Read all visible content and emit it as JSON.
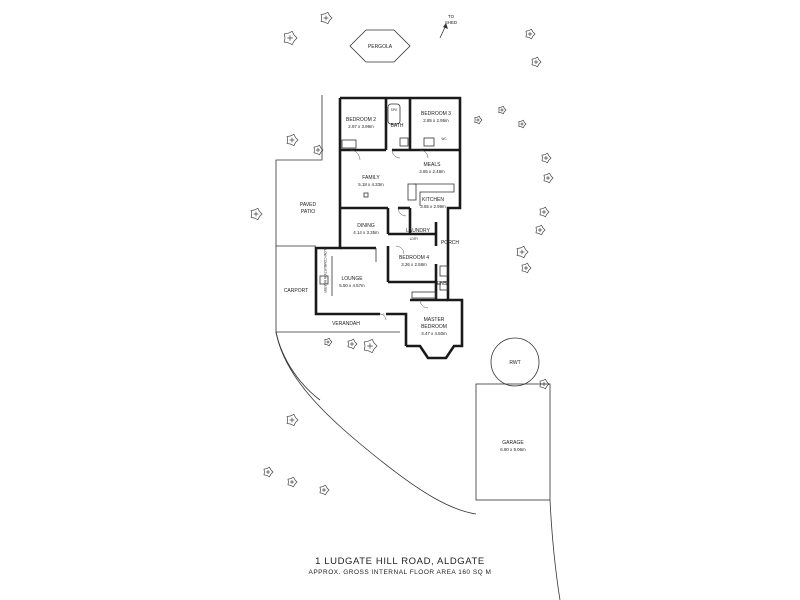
{
  "pergola": {
    "label": "PERGOLA"
  },
  "to_shed": {
    "line1": "TO",
    "line2": "SHED"
  },
  "rooms": {
    "bedroom2": {
      "name": "BEDROOM 2",
      "dims": "2.97 x 3.99m"
    },
    "bath": {
      "name": "BATH"
    },
    "bedroom3": {
      "name": "BEDROOM 3",
      "dims": "2.85 x 2.95m"
    },
    "meals": {
      "name": "MEALS",
      "dims": "3.65 x 2.48m"
    },
    "family": {
      "name": "FAMILY",
      "dims": "5.18 x 4.33m"
    },
    "kitchen": {
      "name": "KITCHEN",
      "dims": "3.65 x 2.99m"
    },
    "paved_patio": {
      "line1": "PAVED",
      "line2": "PATIO"
    },
    "dining": {
      "name": "DINING",
      "dims": "4.14 x 3.35m"
    },
    "laundry": {
      "name": "LAUNDRY"
    },
    "porch": {
      "name": "PORCH"
    },
    "bedroom4": {
      "name": "BEDROOM 4",
      "dims": "3.26 x 2.58m"
    },
    "ens": {
      "name": "ENS"
    },
    "lounge": {
      "name": "LOUNGE",
      "dims": "5.50 x 4.57m"
    },
    "carport": {
      "name": "CARPORT"
    },
    "verandah": {
      "name": "VERANDAH"
    },
    "master_bedroom": {
      "line1": "MASTER",
      "line2": "BEDROOM",
      "dims": "3.47 x 4.50m"
    },
    "rwt": {
      "name": "RWT"
    },
    "garage": {
      "name": "GARAGE",
      "dims": "6.80 x 9.06m"
    }
  },
  "fixtures": {
    "sph": "SPH",
    "ldry": "LDRY",
    "wc": "WC",
    "slow_combustion": "SLOW COMBUSTION HEATER"
  },
  "footer": {
    "address": "1 LUDGATE HILL ROAD, ALDGATE",
    "floor_area": "APPROX. GROSS INTERNAL FLOOR AREA  160 SQ M"
  }
}
